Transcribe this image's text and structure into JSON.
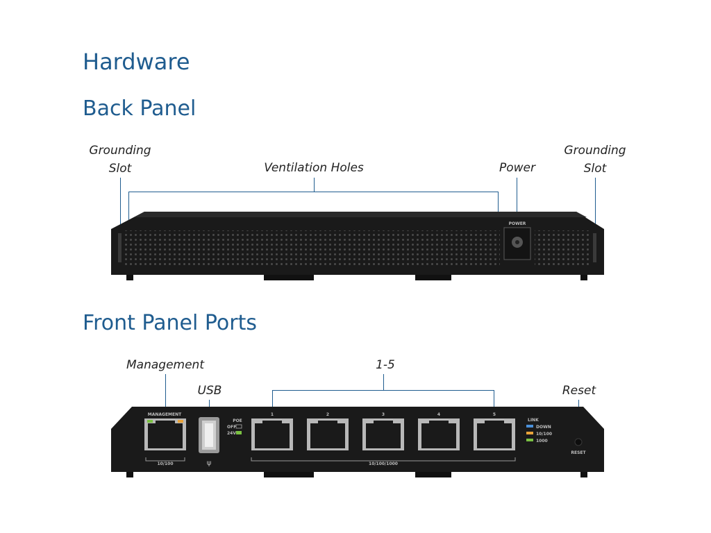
{
  "headings": {
    "hardware": "Hardware",
    "back_panel": "Back Panel",
    "front_panel": "Front Panel Ports"
  },
  "back_panel": {
    "callouts": {
      "grounding_left": [
        "Grounding",
        "Slot"
      ],
      "ventilation": "Ventilation Holes",
      "power": "Power",
      "grounding_right": [
        "Grounding",
        "Slot"
      ]
    },
    "device_text": {
      "power": "POWER"
    }
  },
  "front_panel": {
    "callouts": {
      "management": "Management",
      "usb": "USB",
      "ports": "1-5",
      "reset": "Reset"
    },
    "device_text": {
      "management": "MANAGEMENT",
      "management_speed": "10/100",
      "poe": "POE",
      "poe_off": "OFF",
      "poe_24v": "24V",
      "port_numbers": [
        "1",
        "2",
        "3",
        "4",
        "5"
      ],
      "ports_speed": "10/100/1000",
      "link": "LINK",
      "down": "DOWN",
      "speed_10_100": "10/100",
      "speed_1000": "1000",
      "reset": "RESET"
    }
  },
  "colors": {
    "heading": "#1f5c8f",
    "callout_line": "#1f5c8f",
    "device_body": "#1a1a1a",
    "led_green": "#7ac142",
    "led_amber": "#e8a33a",
    "led_blue": "#4a90d9"
  }
}
